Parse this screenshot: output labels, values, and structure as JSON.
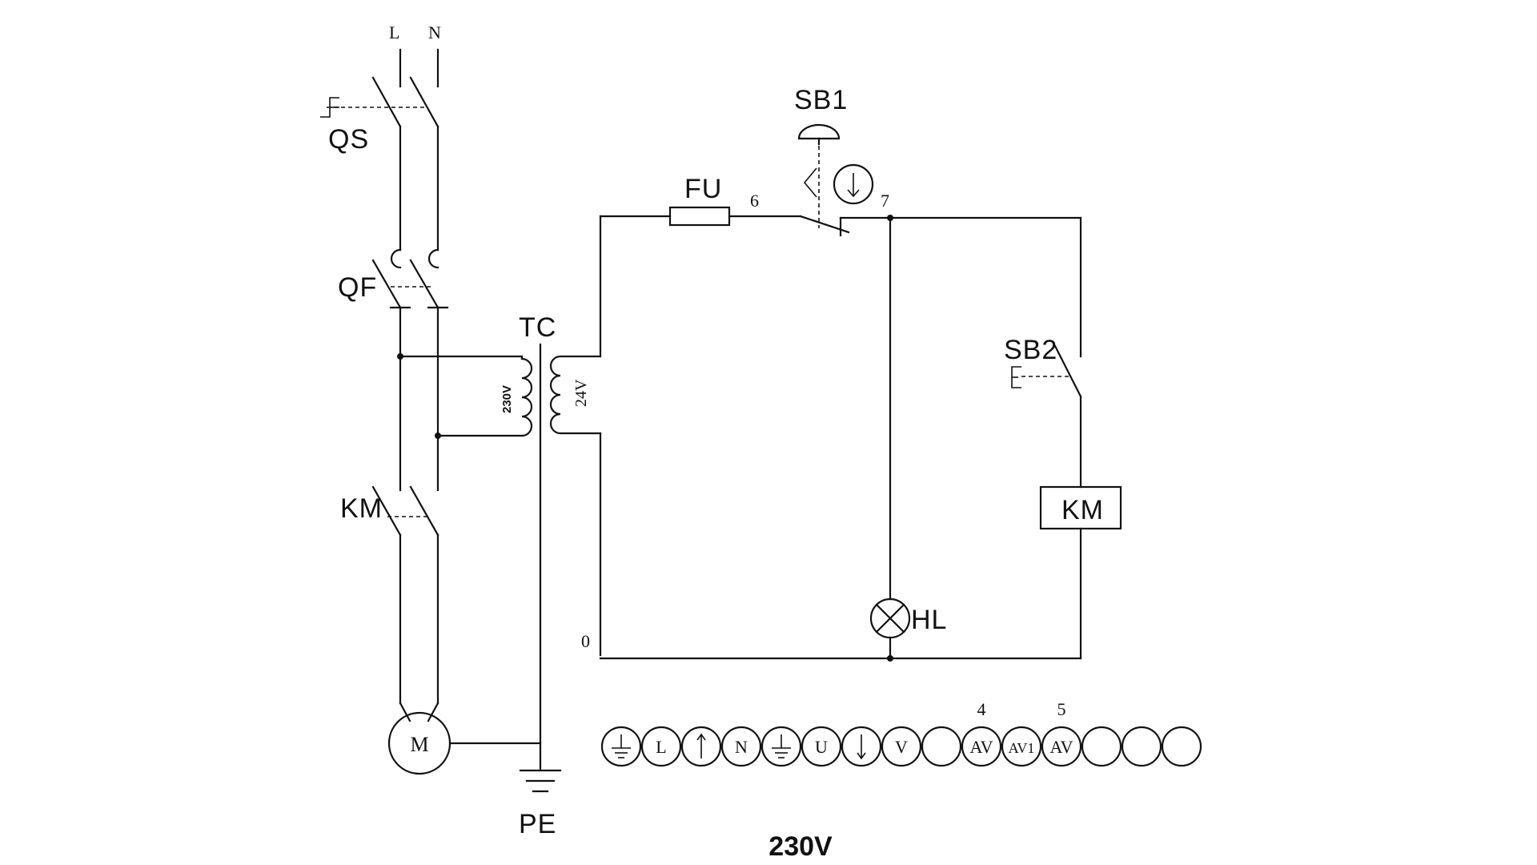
{
  "supply": {
    "line": "L",
    "neutral": "N"
  },
  "components": {
    "qs": "QS",
    "qf": "QF",
    "tc": "TC",
    "tc_primary": "230V",
    "tc_secondary": "24V",
    "km_contact": "KM",
    "motor": "M",
    "earth": "PE",
    "fuse": "FU",
    "sb1": "SB1",
    "sb2": "SB2",
    "km_coil": "KM",
    "lamp": "HL"
  },
  "nodes": {
    "n0": "0",
    "n6": "6",
    "n7": "7"
  },
  "terminals": {
    "items": [
      {
        "label": "",
        "icon": "earth-icon"
      },
      {
        "label": "L"
      },
      {
        "label": "",
        "icon": "arrow-up-icon"
      },
      {
        "label": "N"
      },
      {
        "label": "",
        "icon": "earth-icon"
      },
      {
        "label": "U"
      },
      {
        "label": "",
        "icon": "arrow-down-icon"
      },
      {
        "label": "V"
      },
      {
        "label": ""
      },
      {
        "label": "AV"
      },
      {
        "label": "AV1"
      },
      {
        "label": "AV"
      },
      {
        "label": ""
      },
      {
        "label": ""
      },
      {
        "label": ""
      }
    ],
    "marks": [
      {
        "index": 9,
        "text": "4"
      },
      {
        "index": 11,
        "text": "5"
      }
    ]
  },
  "voltage": "230V"
}
